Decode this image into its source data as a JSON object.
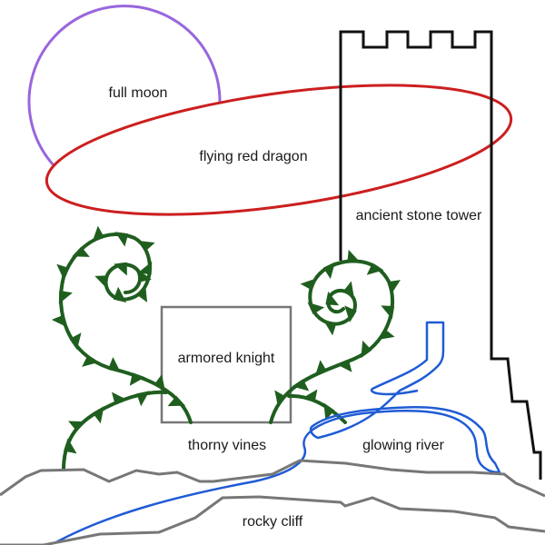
{
  "labels": {
    "moon": "full moon",
    "dragon": "flying red dragon",
    "tower": "ancient stone tower",
    "knight": "armored knight",
    "vines": "thorny vines",
    "river": "glowing river",
    "cliff": "rocky cliff"
  },
  "colors": {
    "moon": "#9966dd",
    "dragon": "#cc1f1f",
    "tower": "#111111",
    "knight": "#777777",
    "vines": "#1f5e1f",
    "river": "#1f5bd6",
    "cliff": "#777777"
  }
}
